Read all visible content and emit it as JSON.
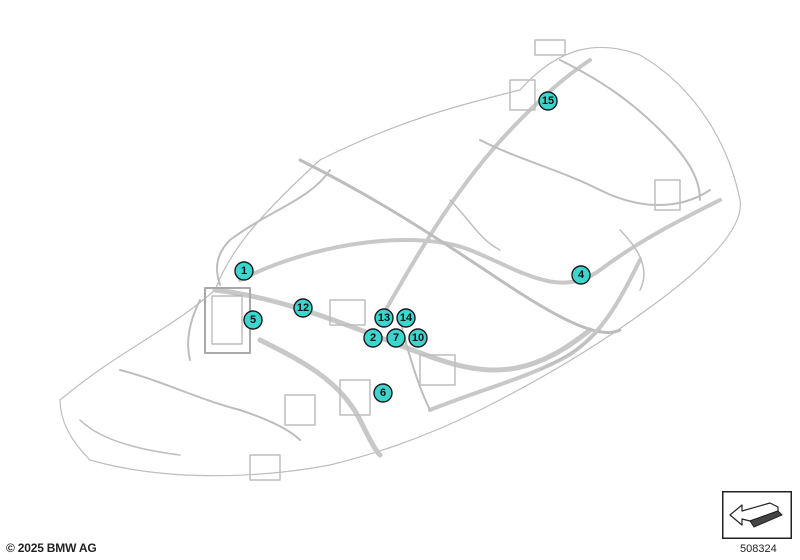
{
  "callouts": [
    "1",
    "2",
    "4",
    "5",
    "6",
    "7",
    "10",
    "12",
    "13",
    "14",
    "15"
  ],
  "footer": {
    "copyright": "© 2025 BMW AG",
    "diagram_number": "508324"
  },
  "colors": {
    "callout_fill": "#3cd6cf",
    "harness_line": "#bdbdbd",
    "background": "#ffffff"
  },
  "icons": {
    "orientation": "direction-arrow-icon"
  }
}
